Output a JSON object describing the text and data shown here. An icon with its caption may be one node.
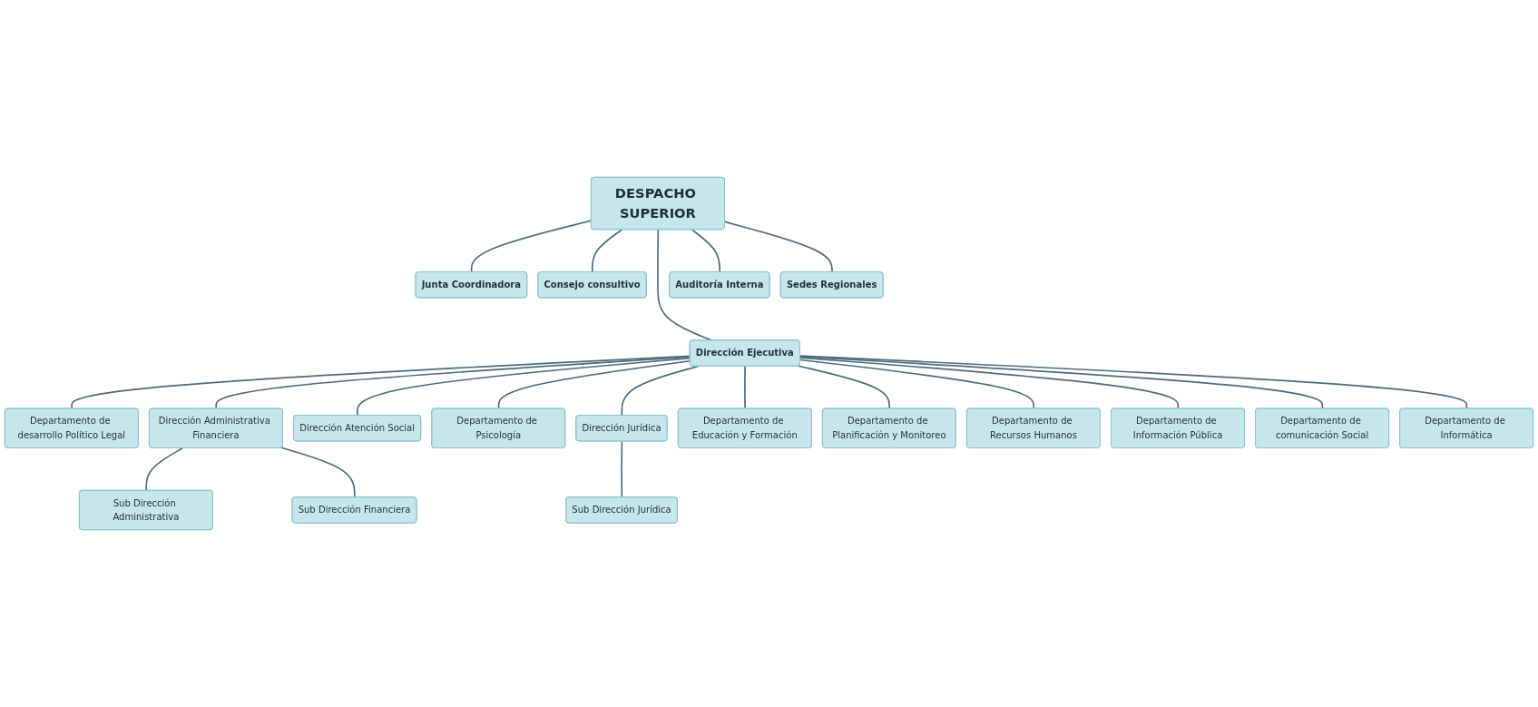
{
  "diagram": {
    "nodes": [
      {
        "text": [
          "Junta Coordinadora"
        ]
      },
      {
        "text": [
          "DESPACHO SUPERIOR"
        ]
      },
      {
        "text": [
          "Consejo consultivo"
        ]
      },
      {
        "text": [
          "Auditoría Interna"
        ]
      },
      {
        "text": [
          "Dirección Ejecutiva"
        ]
      },
      {
        "text": [
          "Sedes Regionales"
        ]
      },
      {
        "text": [
          "Departamento de desarrollo Político Legal"
        ]
      },
      {
        "text": [
          "Dirección Administrativa Financiera"
        ]
      },
      {
        "text": [
          "Dirección Atención Social"
        ]
      },
      {
        "text": [
          "Departamento de Psicología"
        ]
      },
      {
        "text": [
          "Dirección Jurídica"
        ]
      },
      {
        "text": [
          "Departamento de Educación y Formación"
        ]
      },
      {
        "text": [
          "Departamento de Planificación y Monitoreo"
        ]
      },
      {
        "text": [
          "Departamento de Recursos Humanos"
        ]
      },
      {
        "text": [
          "Departamento de Información Pública"
        ]
      },
      {
        "text": [
          "Departamento de comunicación Social"
        ]
      },
      {
        "text": [
          "Departamento de Informática"
        ]
      },
      {
        "text": [
          "Sub Dirección Administrativa"
        ]
      },
      {
        "text": [
          "Sub Dirección Financiera"
        ]
      },
      {
        "text": [
          "Sub Dirección Jurídica"
        ]
      }
    ],
    "edges": [
      {
        "from": 1,
        "to": 0,
        "arrow": "none"
      },
      {
        "from": 1,
        "to": 2,
        "arrow": "none"
      },
      {
        "from": 1,
        "to": 3,
        "arrow": "none"
      },
      {
        "from": 1,
        "to": 4,
        "arrow": "none"
      },
      {
        "from": 1,
        "to": 5,
        "arrow": "none"
      },
      {
        "from": 4,
        "to": 6,
        "arrow": "none"
      },
      {
        "from": 4,
        "to": 7,
        "arrow": "none"
      },
      {
        "from": 4,
        "to": 8,
        "arrow": "none"
      },
      {
        "from": 4,
        "to": 9,
        "arrow": "none"
      },
      {
        "from": 4,
        "to": 10,
        "arrow": "none"
      },
      {
        "from": 4,
        "to": 11,
        "arrow": "none"
      },
      {
        "from": 4,
        "to": 12,
        "arrow": "none"
      },
      {
        "from": 4,
        "to": 13,
        "arrow": "none"
      },
      {
        "from": 4,
        "to": 14,
        "arrow": "none"
      },
      {
        "from": 4,
        "to": 15,
        "arrow": "none"
      },
      {
        "from": 4,
        "to": 16,
        "arrow": "none"
      },
      {
        "from": 7,
        "to": 17,
        "arrow": "none"
      },
      {
        "from": 7,
        "to": 18,
        "arrow": "none"
      },
      {
        "from": 10,
        "to": 19,
        "arrow": "none"
      }
    ]
  }
}
